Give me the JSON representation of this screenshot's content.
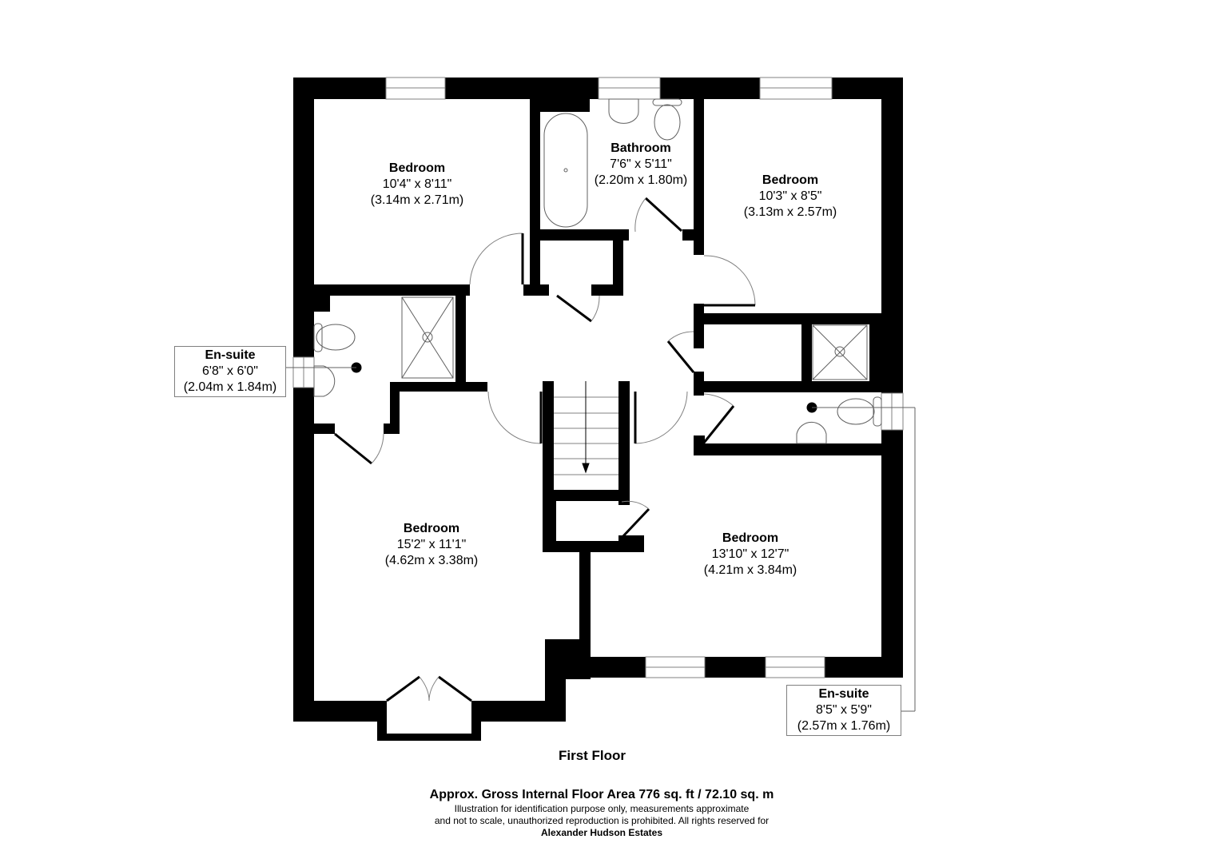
{
  "floor": {
    "title": "First Floor"
  },
  "rooms": [
    {
      "id": "bedroom-1",
      "name": "Bedroom",
      "imperial": "10'4\" x 8'11\"",
      "metric": "(3.14m x 2.71m)"
    },
    {
      "id": "bathroom",
      "name": "Bathroom",
      "imperial": "7'6\" x 5'11\"",
      "metric": "(2.20m x 1.80m)"
    },
    {
      "id": "bedroom-2",
      "name": "Bedroom",
      "imperial": "10'3\" x 8'5\"",
      "metric": "(3.13m x 2.57m)"
    },
    {
      "id": "bedroom-3",
      "name": "Bedroom",
      "imperial": "15'2\" x 11'1\"",
      "metric": "(4.62m x 3.38m)"
    },
    {
      "id": "bedroom-4",
      "name": "Bedroom",
      "imperial": "13'10\" x 12'7\"",
      "metric": "(4.21m x 3.84m)"
    }
  ],
  "callouts": [
    {
      "id": "ensuite-1",
      "name": "En-suite",
      "imperial": "6'8\" x 6'0\"",
      "metric": "(2.04m x 1.84m)"
    },
    {
      "id": "ensuite-2",
      "name": "En-suite",
      "imperial": "8'5\" x 5'9\"",
      "metric": "(2.57m x 1.76m)"
    }
  ],
  "footer": {
    "area": "Approx. Gross Internal Floor Area 776 sq. ft / 72.10 sq. m",
    "note_line1": "Illustration for identification purpose only, measurements approximate",
    "note_line2": "and not to scale, unauthorized reproduction is prohibited. All rights reserved for",
    "firm": "Alexander Hudson Estates"
  },
  "colors": {
    "wall": "#000000",
    "background": "#ffffff",
    "fixture_line": "#808080"
  }
}
